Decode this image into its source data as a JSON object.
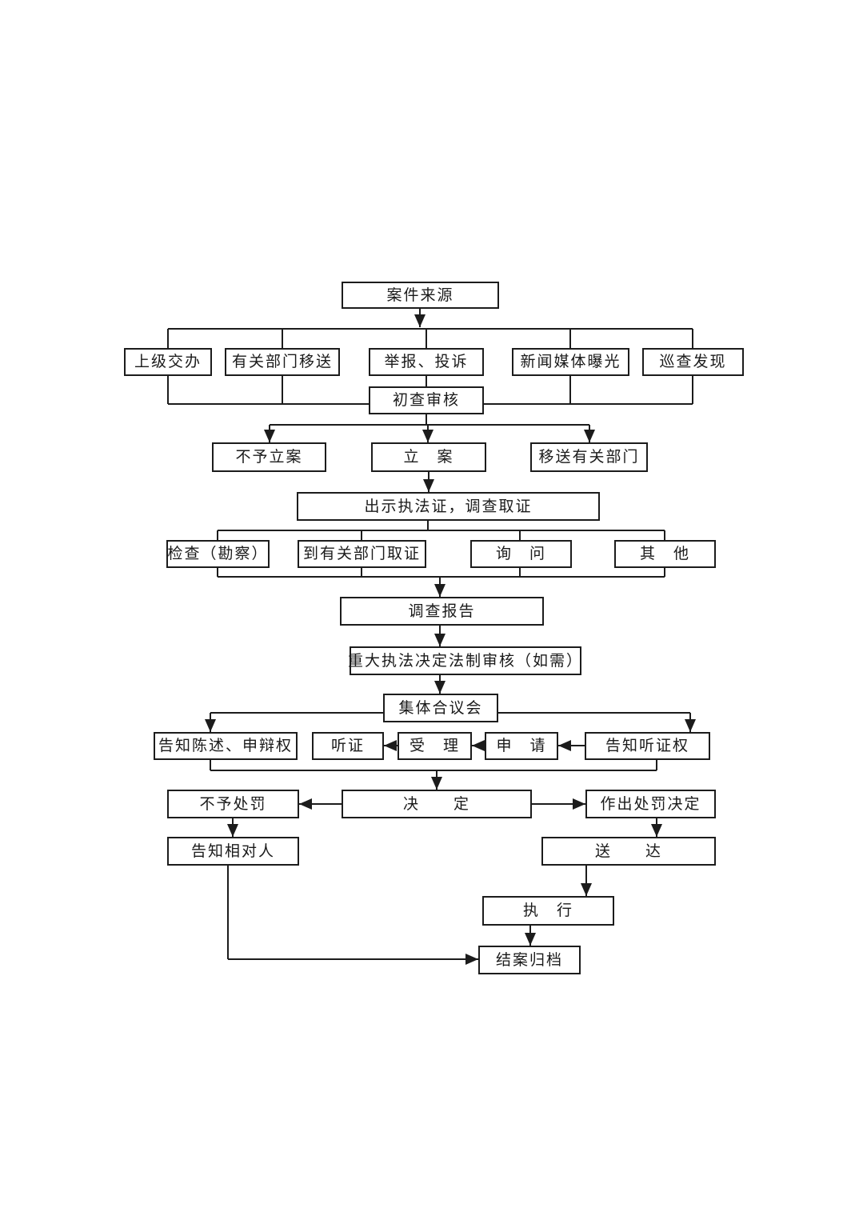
{
  "page": {
    "background_color": "#ffffff",
    "line_color": "#1c1c1c",
    "box_border_color": "#1c1c1c",
    "text_color": "#1a1a1a"
  },
  "diagram": {
    "type": "flowchart",
    "nodes": {
      "case_source": "案件来源",
      "superior_assignment": "上级交办",
      "department_transfer": "有关部门移送",
      "report_complaint": "举报、投诉",
      "media_exposure": "新闻媒体曝光",
      "patrol_discovery": "巡查发现",
      "preliminary_review": "初查审核",
      "no_filing": "不予立案",
      "filing": "立　案",
      "transfer_to_departments": "移送有关部门",
      "show_credentials_investigate": "出示执法证，调查取证",
      "inspection_survey": "检查（勘察）",
      "evidence_from_departments": "到有关部门取证",
      "inquiry": "询　问",
      "other": "其　他",
      "investigation_report": "调查报告",
      "major_decision_legal_review": "重大执法决定法制审核（如需）",
      "collective_deliberation": "集体合议会",
      "inform_statement_defense_right": "告知陈述、申辩权",
      "hearing": "听证",
      "acceptance": "受　理",
      "application": "申　请",
      "inform_hearing_right": "告知听证权",
      "no_penalty": "不予处罚",
      "decision": "决　　定",
      "make_penalty_decision": "作出处罚决定",
      "inform_party": "告知相对人",
      "delivery": "送　　达",
      "execution": "执　行",
      "case_closure": "结案归档"
    },
    "edges": [
      {
        "from": "case_source",
        "to": "superior_assignment"
      },
      {
        "from": "case_source",
        "to": "department_transfer"
      },
      {
        "from": "case_source",
        "to": "report_complaint"
      },
      {
        "from": "case_source",
        "to": "media_exposure"
      },
      {
        "from": "case_source",
        "to": "patrol_discovery"
      },
      {
        "from": "superior_assignment",
        "to": "preliminary_review"
      },
      {
        "from": "department_transfer",
        "to": "preliminary_review"
      },
      {
        "from": "report_complaint",
        "to": "preliminary_review"
      },
      {
        "from": "media_exposure",
        "to": "preliminary_review"
      },
      {
        "from": "patrol_discovery",
        "to": "preliminary_review"
      },
      {
        "from": "preliminary_review",
        "to": "no_filing"
      },
      {
        "from": "preliminary_review",
        "to": "filing"
      },
      {
        "from": "preliminary_review",
        "to": "transfer_to_departments"
      },
      {
        "from": "filing",
        "to": "show_credentials_investigate"
      },
      {
        "from": "show_credentials_investigate",
        "to": "inspection_survey"
      },
      {
        "from": "show_credentials_investigate",
        "to": "evidence_from_departments"
      },
      {
        "from": "show_credentials_investigate",
        "to": "inquiry"
      },
      {
        "from": "show_credentials_investigate",
        "to": "other"
      },
      {
        "from": "inspection_survey",
        "to": "investigation_report"
      },
      {
        "from": "evidence_from_departments",
        "to": "investigation_report"
      },
      {
        "from": "inquiry",
        "to": "investigation_report"
      },
      {
        "from": "other",
        "to": "investigation_report"
      },
      {
        "from": "investigation_report",
        "to": "major_decision_legal_review"
      },
      {
        "from": "major_decision_legal_review",
        "to": "collective_deliberation"
      },
      {
        "from": "collective_deliberation",
        "to": "inform_statement_defense_right"
      },
      {
        "from": "collective_deliberation",
        "to": "inform_hearing_right"
      },
      {
        "from": "inform_hearing_right",
        "to": "application"
      },
      {
        "from": "application",
        "to": "acceptance"
      },
      {
        "from": "acceptance",
        "to": "hearing"
      },
      {
        "from": "inform_statement_defense_right",
        "to": "decision"
      },
      {
        "from": "inform_hearing_right",
        "to": "decision"
      },
      {
        "from": "decision",
        "to": "no_penalty"
      },
      {
        "from": "decision",
        "to": "make_penalty_decision"
      },
      {
        "from": "no_penalty",
        "to": "inform_party"
      },
      {
        "from": "make_penalty_decision",
        "to": "delivery"
      },
      {
        "from": "delivery",
        "to": "execution"
      },
      {
        "from": "execution",
        "to": "case_closure"
      },
      {
        "from": "inform_party",
        "to": "case_closure"
      }
    ]
  }
}
